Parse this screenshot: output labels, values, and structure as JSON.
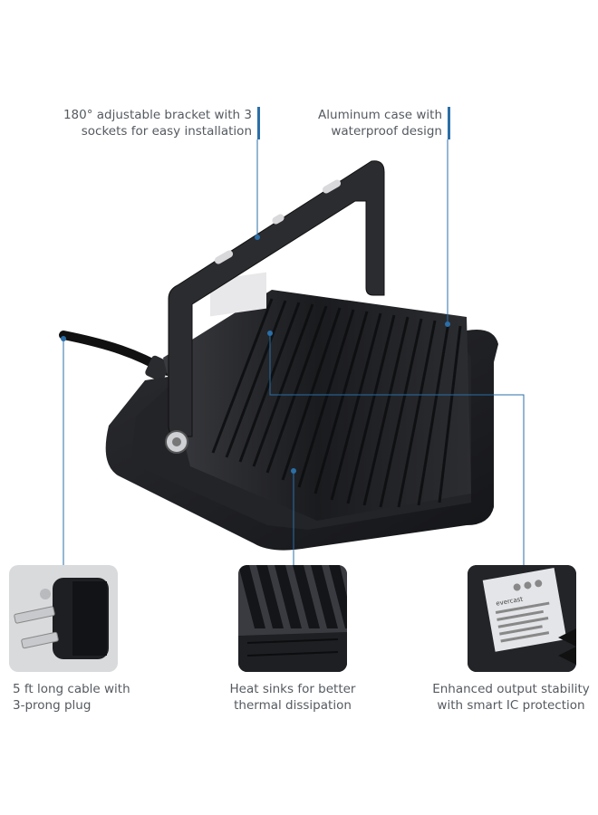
{
  "callouts": {
    "bracket": "180° adjustable bracket with 3\nsockets for easy installation",
    "case": "Aluminum case with\nwaterproof design",
    "cable": "5 ft long cable with\n3-prong plug",
    "heatsink": "Heat sinks for better\nthermal dissipation",
    "ic": "Enhanced output stability\nwith smart IC protection"
  },
  "label_brand": "evercast",
  "colors": {
    "accent": "#2a6fa8",
    "text": "#555a60",
    "body": "#1c1d20"
  }
}
